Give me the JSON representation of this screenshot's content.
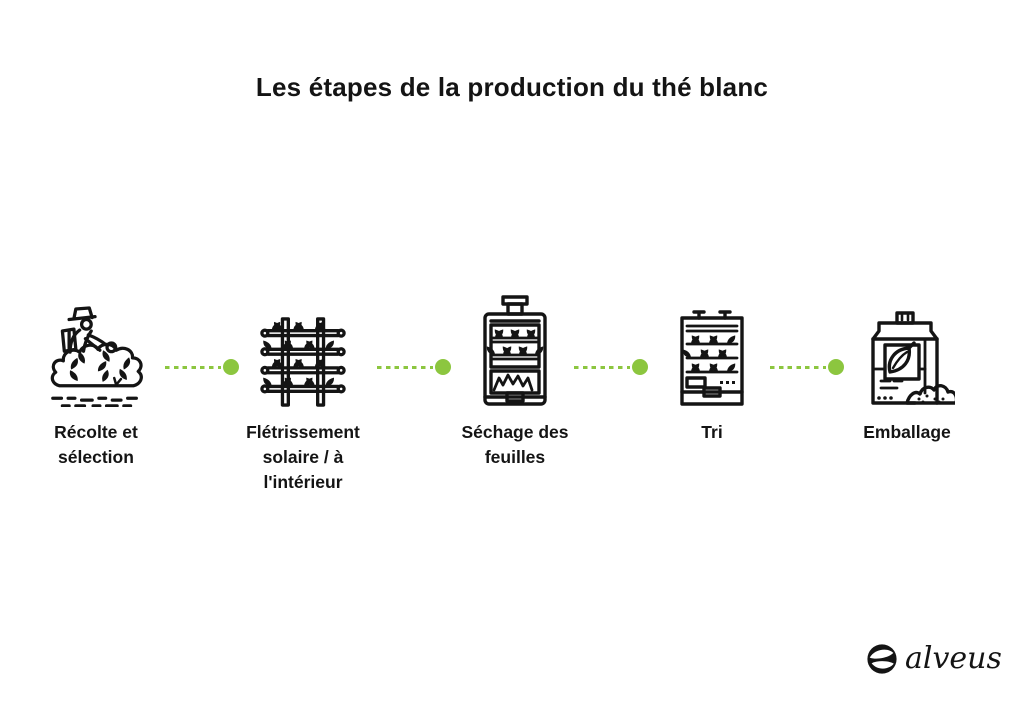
{
  "title": "Les étapes de la production du thé blanc",
  "colors": {
    "accent_green": "#8CC63F",
    "ink": "#141414",
    "background": "#ffffff"
  },
  "stages": [
    {
      "id": "recolte",
      "label": "Récolte et\nsélection",
      "icon": "tea-picker-icon"
    },
    {
      "id": "fletrissement",
      "label": "Flétrissement\nsolaire / à\nl'intérieur",
      "icon": "withering-rack-icon"
    },
    {
      "id": "sechage",
      "label": "Séchage des\nfeuilles",
      "icon": "drying-oven-icon"
    },
    {
      "id": "tri",
      "label": "Tri",
      "icon": "sorting-machine-icon"
    },
    {
      "id": "emballage",
      "label": "Emballage",
      "icon": "tea-package-icon"
    }
  ],
  "connector_style": "dashed-line-with-dot",
  "logo": {
    "text": "alveus",
    "icon": "alveus-leaf-mark-icon"
  }
}
